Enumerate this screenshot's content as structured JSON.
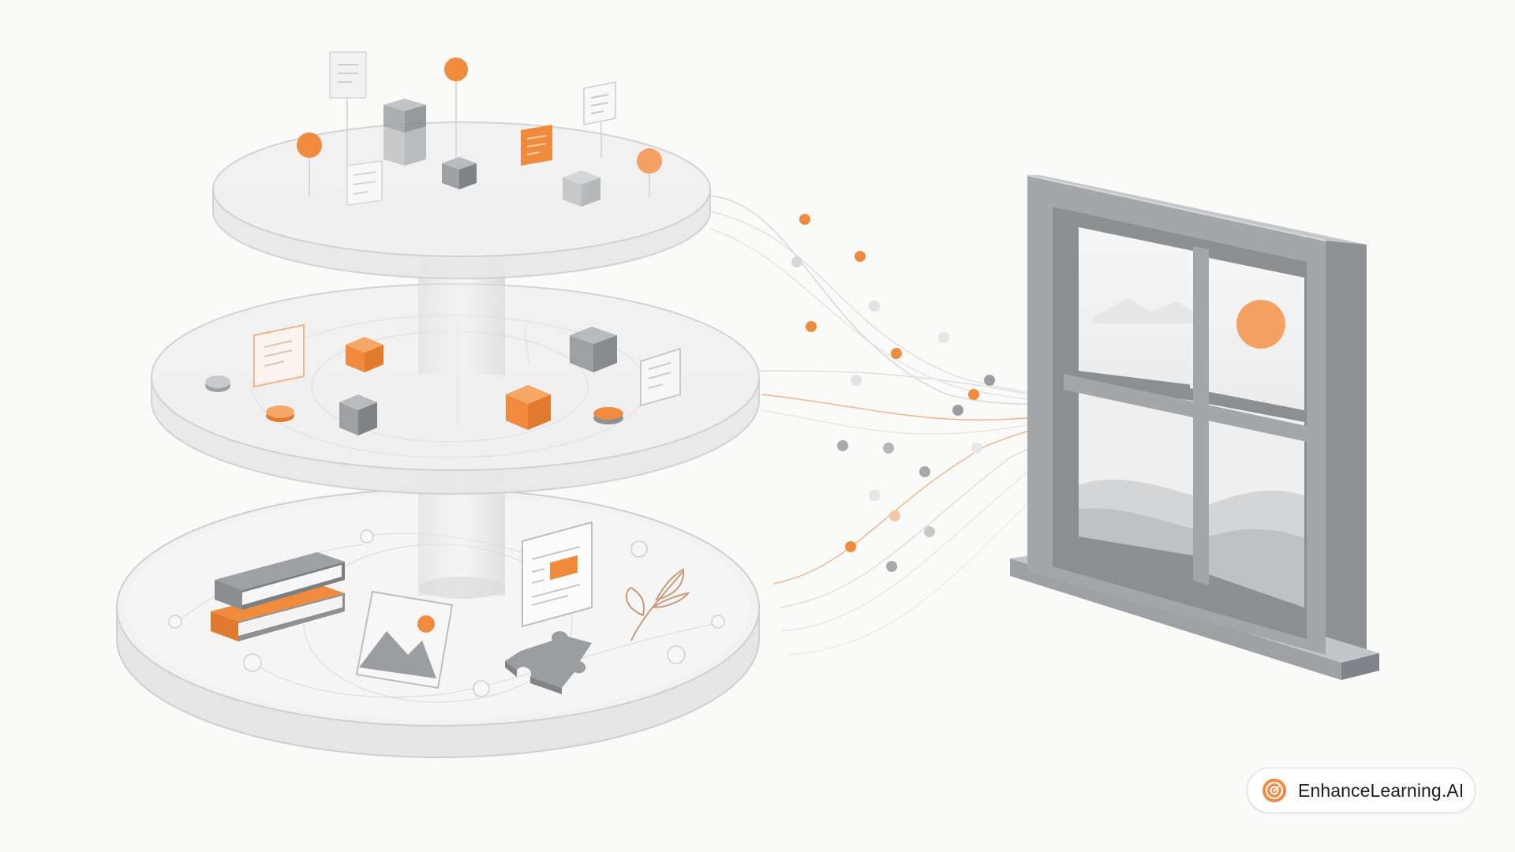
{
  "brand": {
    "name": "EnhanceLearning.AI",
    "logo_icon": "target-logo-icon"
  },
  "illustration": {
    "tiers": [
      "top-platter",
      "middle-platter",
      "bottom-platter"
    ],
    "icons": [
      "document-icon",
      "cube-icon",
      "dot-icon",
      "disc-icon",
      "book-stack-icon",
      "image-icon",
      "puzzle-piece-icon",
      "leaf-icon",
      "window-icon",
      "sun-icon"
    ]
  },
  "colors": {
    "accent": "#f08a3c",
    "neutral": "#9a9ea1",
    "frame": "#a3a7aa",
    "background": "#fafaf9"
  }
}
